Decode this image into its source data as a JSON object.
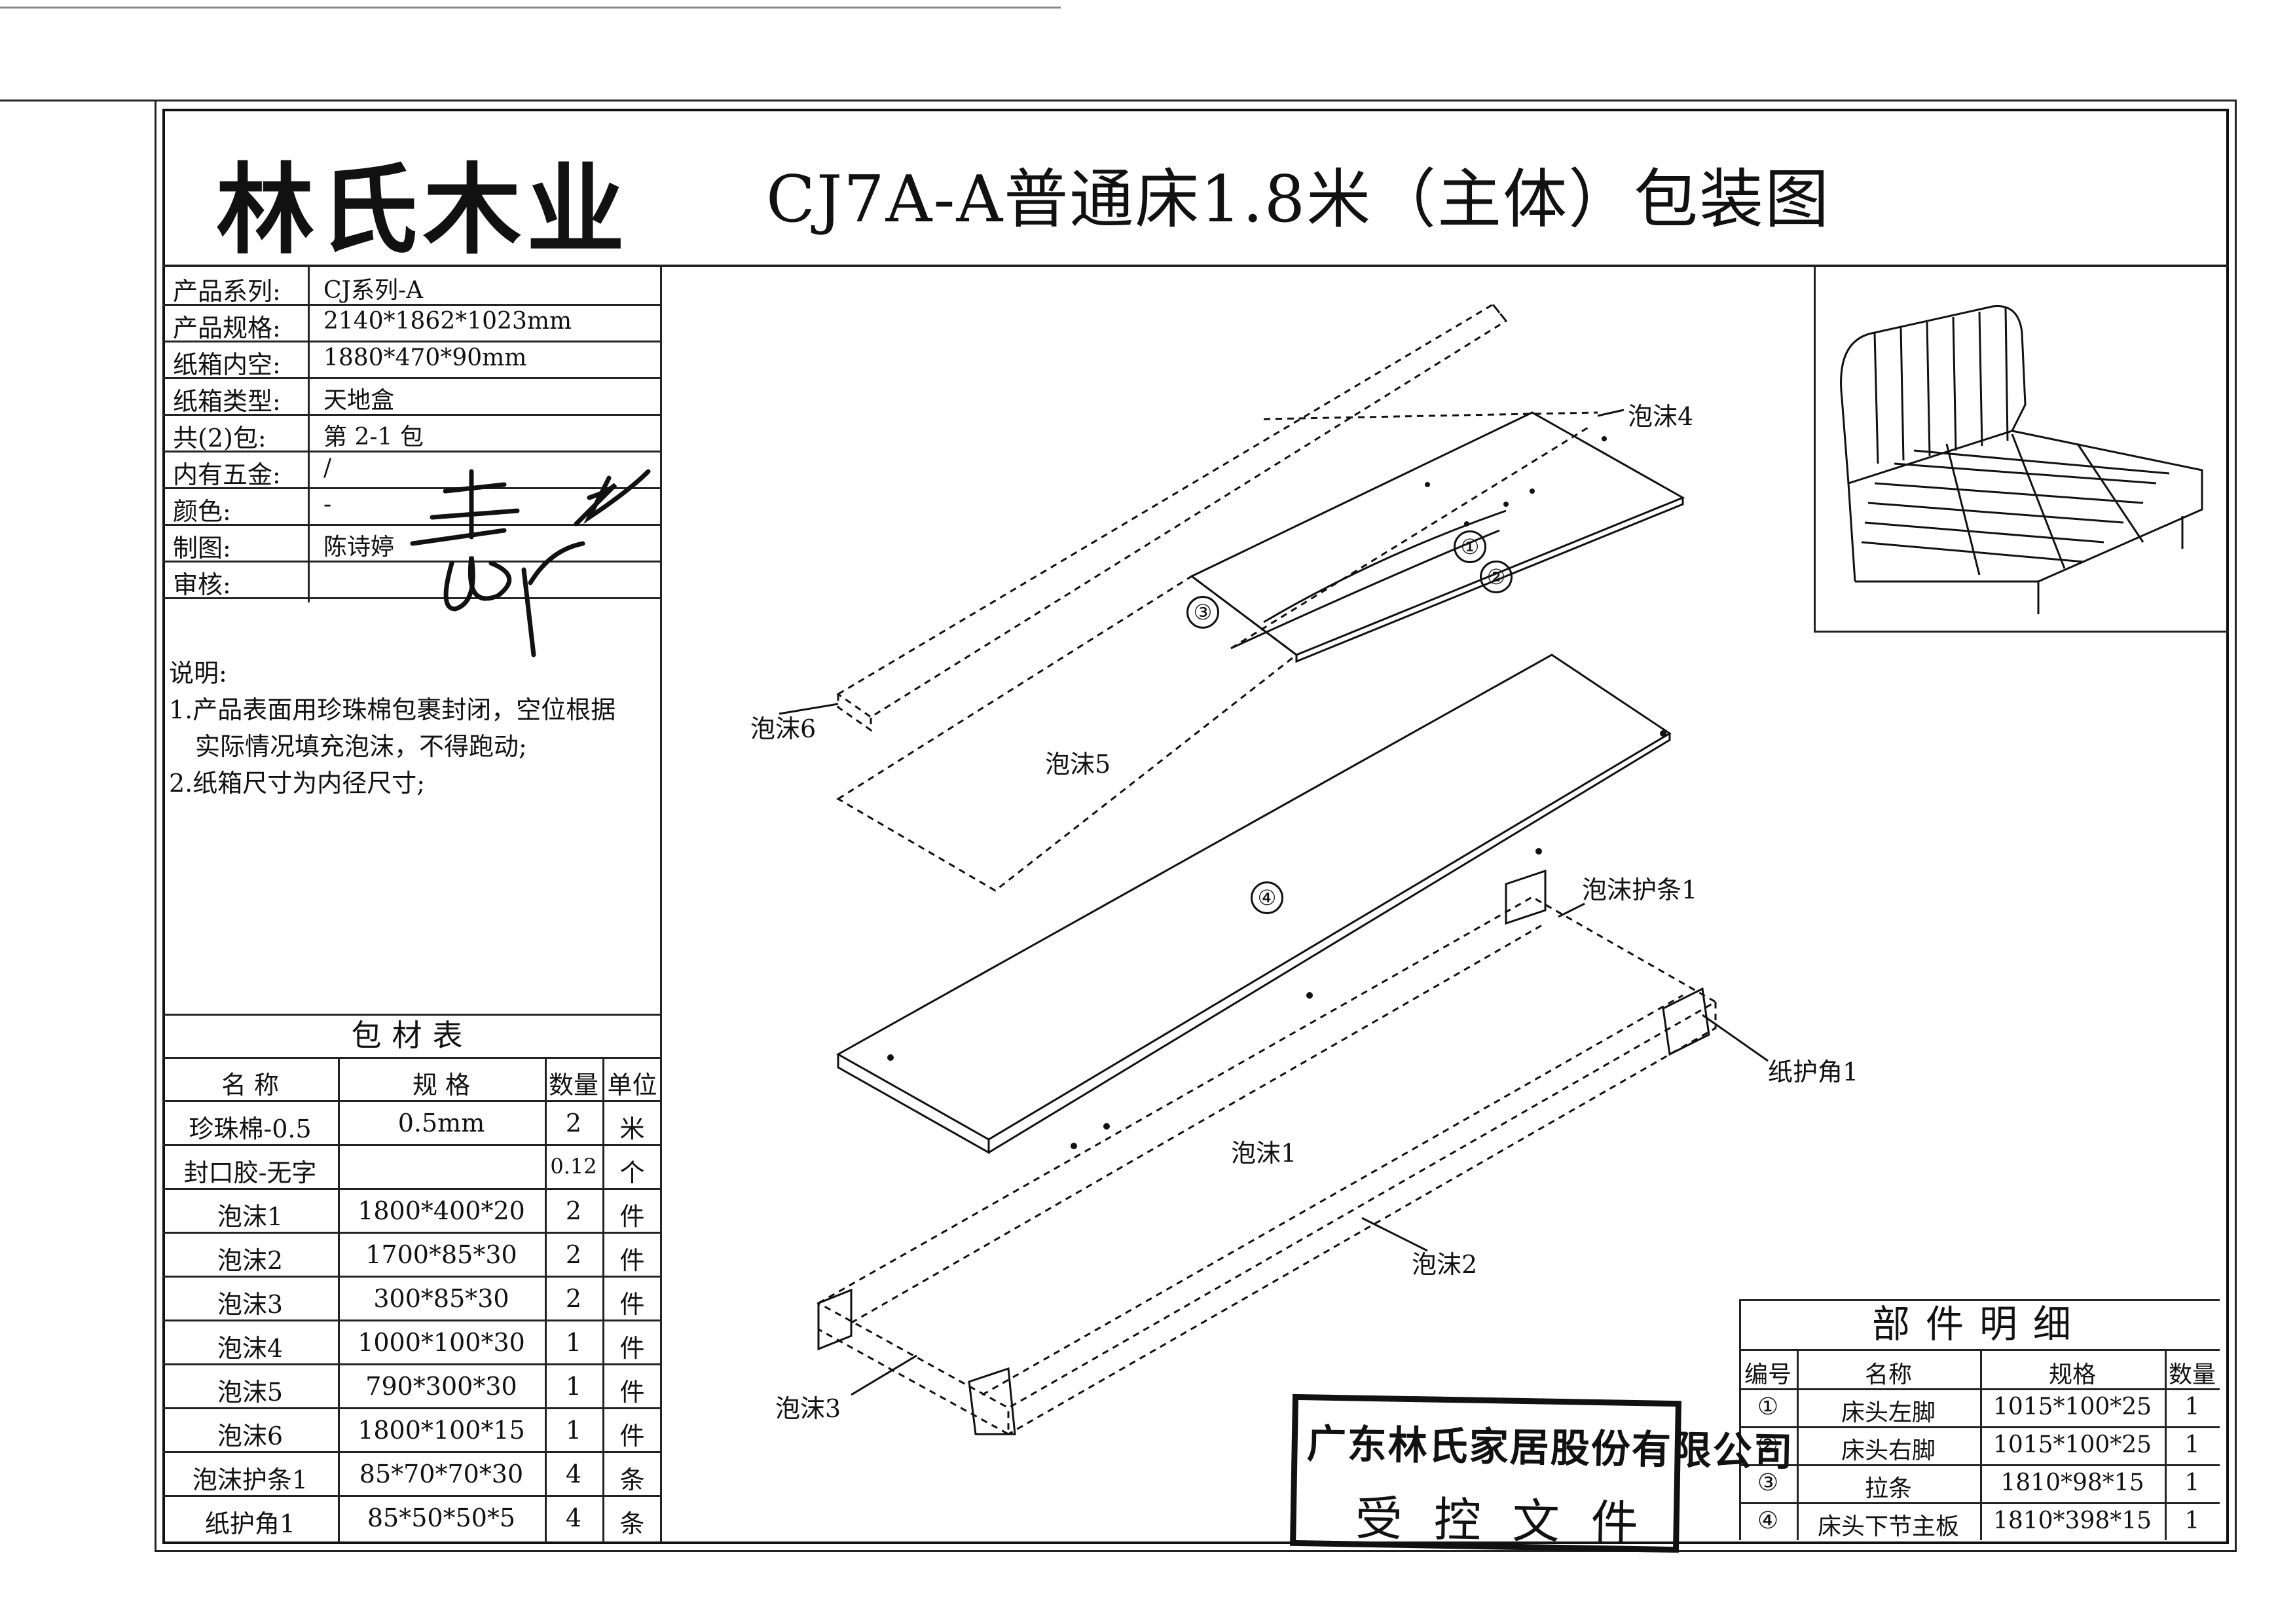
{
  "company_logo": "林氏木业",
  "title": "CJ7A-A普通床1.8米（主体）包装图",
  "specs": [
    {
      "label": "产品系列:",
      "value": "CJ系列-A"
    },
    {
      "label": "产品规格:",
      "value": "2140*1862*1023mm"
    },
    {
      "label": "纸箱内空:",
      "value": "1880*470*90mm"
    },
    {
      "label": "纸箱类型:",
      "value": "天地盒"
    },
    {
      "label": "共(2)包:",
      "value": "第 2-1 包"
    },
    {
      "label": "内有五金:",
      "value": "/"
    },
    {
      "label": "颜色:",
      "value": "-"
    },
    {
      "label": "制图:",
      "value": "陈诗婷"
    },
    {
      "label": "审核:",
      "value": ""
    }
  ],
  "notes": {
    "heading": "说明:",
    "lines": [
      "1.产品表面用珍珠棉包裹封闭，空位根据",
      "   实际情况填充泡沫，不得跑动;",
      "2.纸箱尺寸为内径尺寸;"
    ]
  },
  "materials_table": {
    "title": "包材表",
    "headers": [
      "名  称",
      "规  格",
      "数量",
      "单位"
    ],
    "rows": [
      [
        "珍珠棉-0.5",
        "0.5mm",
        "2",
        "米"
      ],
      [
        "封口胶-无字",
        "",
        "0.12",
        "个"
      ],
      [
        "泡沫1",
        "1800*400*20",
        "2",
        "件"
      ],
      [
        "泡沫2",
        "1700*85*30",
        "2",
        "件"
      ],
      [
        "泡沫3",
        "300*85*30",
        "2",
        "件"
      ],
      [
        "泡沫4",
        "1000*100*30",
        "1",
        "件"
      ],
      [
        "泡沫5",
        "790*300*30",
        "1",
        "件"
      ],
      [
        "泡沫6",
        "1800*100*15",
        "1",
        "件"
      ],
      [
        "泡沫护条1",
        "85*70*70*30",
        "4",
        "条"
      ],
      [
        "纸护角1",
        "85*50*50*5",
        "4",
        "条"
      ]
    ]
  },
  "parts_table": {
    "title": "部件明细",
    "headers": [
      "编号",
      "名称",
      "规格",
      "数量"
    ],
    "rows": [
      [
        "①",
        "床头左脚",
        "1015*100*25",
        "1"
      ],
      [
        "②",
        "床头右脚",
        "1015*100*25",
        "1"
      ],
      [
        "③",
        "拉条",
        "1810*98*15",
        "1"
      ],
      [
        "④",
        "床头下节主板",
        "1810*398*15",
        "1"
      ]
    ]
  },
  "diagram_labels": {
    "foam4": "泡沫4",
    "foam6": "泡沫6",
    "foam5": "泡沫5",
    "foam_strip": "泡沫护条1",
    "paper_corner": "纸护角1",
    "foam1": "泡沫1",
    "foam2": "泡沫2",
    "foam3": "泡沫3",
    "c1": "①",
    "c2": "②",
    "c3": "③",
    "c4": "④"
  },
  "stamp": {
    "company": "广东林氏家居股份有限公司",
    "text": "受控文件"
  }
}
